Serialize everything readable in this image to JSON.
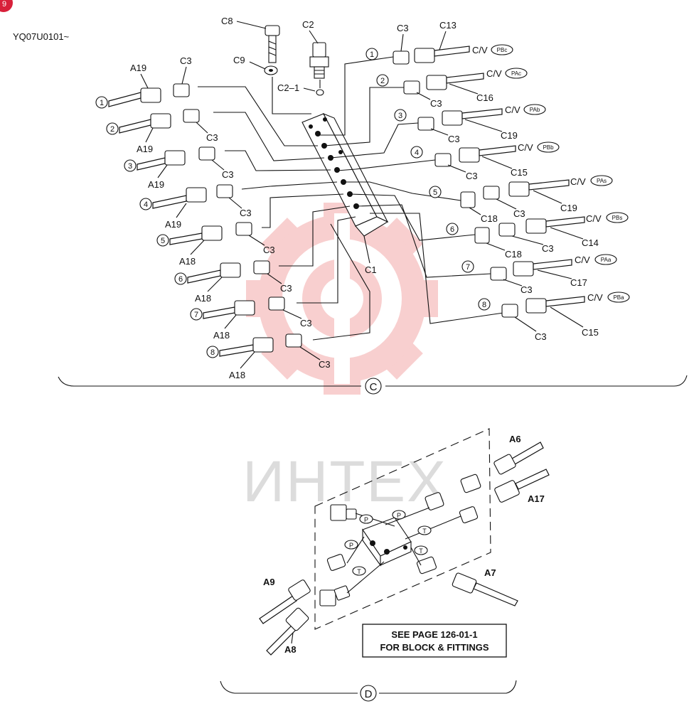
{
  "page_badge": "9",
  "model_code": "YQ07U0101~",
  "watermark": {
    "text": "ИНТЕХ",
    "color": "#f2b0b0"
  },
  "section_c": {
    "callout": "C",
    "top_parts": {
      "c8": "C8",
      "c9": "C9",
      "c2": "C2",
      "c2_1": "C2–1",
      "c1": "C1"
    },
    "left_ports": [
      {
        "num": "1",
        "hose": "A19",
        "adapter": "C3"
      },
      {
        "num": "2",
        "hose": "A19",
        "adapter": "C3"
      },
      {
        "num": "3",
        "hose": "A19",
        "adapter": "C3"
      },
      {
        "num": "4",
        "hose": "A19",
        "adapter": "C3"
      },
      {
        "num": "5",
        "hose": "A18",
        "adapter": "C3"
      },
      {
        "num": "6",
        "hose": "A18",
        "adapter": "C3"
      },
      {
        "num": "7",
        "hose": "A18",
        "adapter": "C3"
      },
      {
        "num": "8",
        "hose": "A18",
        "adapter": "C3"
      }
    ],
    "right_ports": [
      {
        "num": "1",
        "adapter": "C3",
        "hose": "C13",
        "cv": "C/V",
        "tag": "PBc"
      },
      {
        "num": "2",
        "adapter": "C3",
        "hose": "C16",
        "cv": "C/V",
        "tag": "PAc"
      },
      {
        "num": "3",
        "adapter": "C3",
        "hose": "C19",
        "cv": "C/V",
        "tag": "PAb"
      },
      {
        "num": "4",
        "adapter": "C3",
        "hose": "C15",
        "cv": "C/V",
        "tag": "PBb"
      },
      {
        "num": "5",
        "adapter": "C18",
        "adapter2": "C3",
        "hose": "C19",
        "cv": "C/V",
        "tag": "PAs"
      },
      {
        "num": "6",
        "adapter": "C18",
        "adapter2": "C3",
        "hose": "C14",
        "cv": "C/V",
        "tag": "PBs"
      },
      {
        "num": "7",
        "adapter": "C3",
        "hose": "C17",
        "cv": "C/V",
        "tag": "PAa"
      },
      {
        "num": "8",
        "adapter": "C3",
        "hose": "C15",
        "cv": "C/V",
        "tag": "PBa"
      }
    ]
  },
  "section_d": {
    "callout": "D",
    "hoses": {
      "a6": "A6",
      "a17": "A17",
      "a7": "A7",
      "a8": "A8",
      "a9": "A9"
    },
    "port_p": "P",
    "port_t": "T",
    "note_line1": "SEE PAGE 126-01-1",
    "note_line2": "FOR BLOCK & FITTINGS"
  }
}
